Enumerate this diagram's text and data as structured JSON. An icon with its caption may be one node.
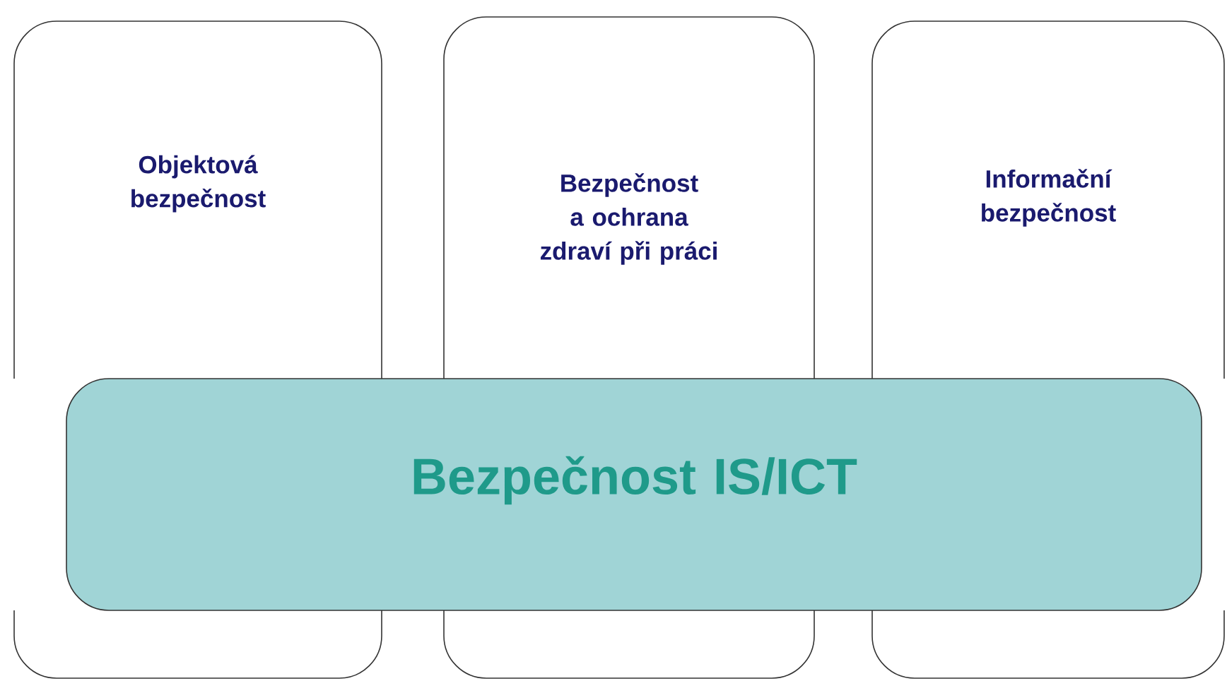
{
  "diagram": {
    "nodes": [
      {
        "text": [
          "Objektová bezpečnost"
        ]
      },
      {
        "text": [
          "Bezpečnost a ochrana zdraví při práci"
        ]
      },
      {
        "text": [
          "Informační bezpečnost"
        ]
      },
      {
        "text": [
          "Bezpečnost IS/ICT"
        ]
      }
    ]
  }
}
